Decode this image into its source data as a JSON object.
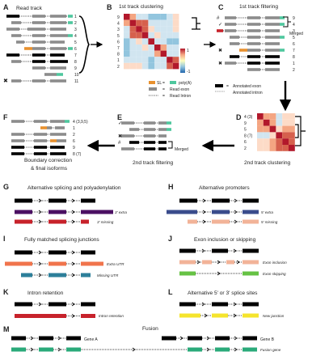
{
  "colors": {
    "exon": "#000000",
    "read_exon": "#8c8c8c",
    "sl": "#e8912f",
    "polya": "#4fc79e",
    "purple": "#4b1063",
    "red": "#c7222b",
    "orange": "#f0744c",
    "teal": "#2d7f9a",
    "navy": "#3a4c8c",
    "peach": "#f2b398",
    "green": "#66c244",
    "yellow": "#f5e42d",
    "teal_fusion": "#2aaa7a"
  },
  "panels": {
    "A": {
      "letter": "A",
      "title": "Read track",
      "labels": [
        "1",
        "2",
        "3",
        "4",
        "5",
        "6",
        "7",
        "8",
        "9",
        "10",
        "11"
      ]
    },
    "B": {
      "letter": "B",
      "title": "1st track clustering",
      "row_labels": [
        "9",
        "4",
        "3",
        "5",
        "6",
        "7",
        "8",
        "1",
        "2"
      ],
      "legend_max": "1",
      "legend_min": "-1"
    },
    "C": {
      "letter": "C",
      "title": "1st track filtering",
      "merged": "Merged",
      "labels": [
        "9",
        "4",
        "3",
        "5",
        "6",
        "7",
        "8",
        "1",
        "2"
      ]
    },
    "D": {
      "letter": "D",
      "title": "2nd track clustering",
      "row_labels": [
        "4 (3)",
        "9",
        "5",
        "8 (7)",
        "6",
        "2"
      ]
    },
    "E": {
      "letter": "E",
      "title": "2nd track filtering",
      "merged": "Merged"
    },
    "F": {
      "letter": "F",
      "title": "Boundary correction\n& final isoforms",
      "labels": [
        "4 (3,9,5)",
        "1",
        "2",
        "6",
        "9",
        "8 (7)"
      ]
    },
    "legend": {
      "sl": "SL",
      "eq": "=",
      "polya": "poly(A)",
      "read_exon": "Read exon",
      "read_intron": "Read Intron",
      "ann_exon": "Annotated exon",
      "ann_intron": "Annotated intron"
    },
    "G": {
      "letter": "G",
      "title": "Alternative splicing and polyadenylation",
      "a": "3' extra",
      "b": "3' missing"
    },
    "H": {
      "letter": "H",
      "title": "Alternative promoters",
      "a": "5' extra",
      "b": "5' missing"
    },
    "I": {
      "letter": "I",
      "title": "Fully matched splicing junctions",
      "a": "Extra UTR",
      "b": "Missing UTR"
    },
    "J": {
      "letter": "J",
      "title": "Exon inclusion or skipping",
      "a": "Exon inclusion",
      "b": "Exon skipping"
    },
    "K": {
      "letter": "K",
      "title": "Intron retention",
      "a": "Intron retention"
    },
    "L": {
      "letter": "L",
      "title": "Alternative 5' or 3' splice sites",
      "a": "New junction"
    },
    "M": {
      "letter": "M",
      "title": "Fusion",
      "gene_a": "Gene A",
      "gene_b": "Gene B",
      "fusion": "Fusion gene"
    }
  }
}
